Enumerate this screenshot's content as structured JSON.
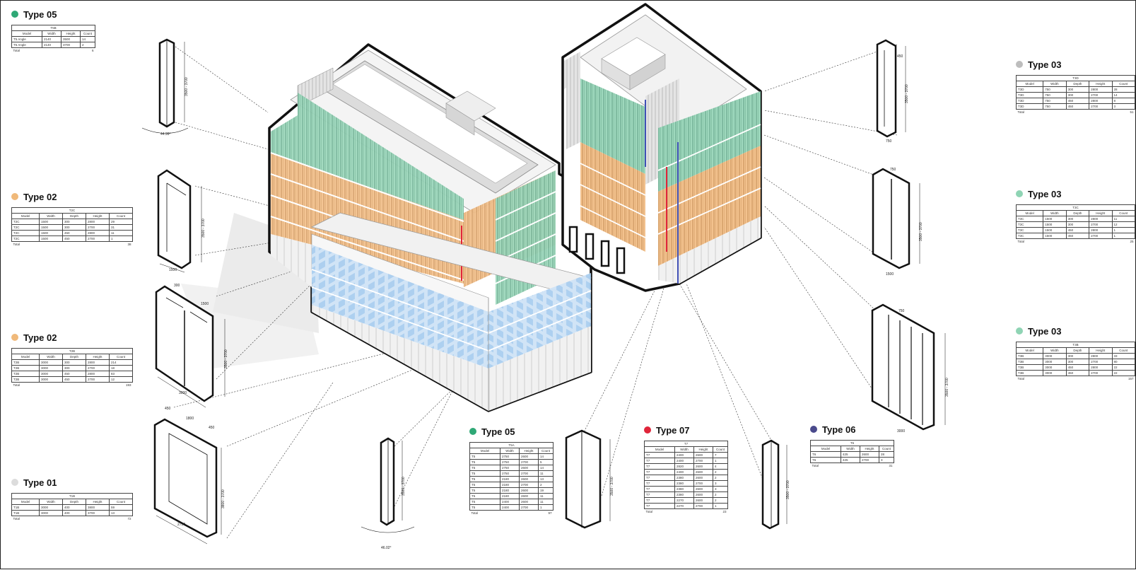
{
  "colors": {
    "green": "#7dc9a6",
    "orange": "#f0b97a",
    "grey": "#cfcfcf",
    "red": "#e0253a",
    "navy": "#4a4a8c",
    "glass_green": "#9ed8bd",
    "glass_orange": "#f3c28e",
    "glass_blue": "#b9d7f1",
    "outline": "#111111"
  },
  "schedules": [
    {
      "id": "tl-05",
      "title": "Type 05",
      "dot": "#2fa876",
      "caption": "T5B",
      "columns": [
        "Model",
        "Width",
        "Height",
        "Count"
      ],
      "rows": [
        [
          "T5 Angle",
          "2140",
          "3500",
          "14"
        ],
        [
          "T5 Angle",
          "2140",
          "3700",
          "2"
        ]
      ],
      "total": [
        "Total",
        "",
        "",
        "6"
      ]
    },
    {
      "id": "ml-02a",
      "title": "Type 02",
      "dot": "#f0b97a",
      "caption": "T2C",
      "columns": [
        "Model",
        "Width",
        "Depth",
        "Height",
        "Count"
      ],
      "rows": [
        [
          "T2C",
          "1500",
          "300",
          "2800",
          "29"
        ],
        [
          "T2C",
          "1500",
          "300",
          "2700",
          "31"
        ],
        [
          "T2C",
          "1500",
          "450",
          "2800",
          "11"
        ],
        [
          "T2C",
          "1500",
          "450",
          "2700",
          "1"
        ]
      ],
      "total": [
        "Total",
        "",
        "",
        "",
        "38"
      ]
    },
    {
      "id": "ml-02b",
      "title": "Type 02",
      "dot": "#f0b97a",
      "caption": "T2B",
      "columns": [
        "Model",
        "Width",
        "Depth",
        "Height",
        "Count"
      ],
      "rows": [
        [
          "T2B",
          "3000",
          "300",
          "2800",
          "214"
        ],
        [
          "T2B",
          "3000",
          "300",
          "2700",
          "18"
        ],
        [
          "T2B",
          "3000",
          "450",
          "2800",
          "83"
        ],
        [
          "T2B",
          "3000",
          "450",
          "2700",
          "12"
        ]
      ],
      "total": [
        "Total",
        "",
        "",
        "",
        "193"
      ]
    },
    {
      "id": "bl-01",
      "title": "Type 01",
      "dot": "#dcdcdc",
      "caption": "T1B",
      "columns": [
        "Model",
        "Width",
        "Depth",
        "Height",
        "Count"
      ],
      "rows": [
        [
          "T1B",
          "3000",
          "400",
          "3800",
          "59"
        ],
        [
          "T1B",
          "3000",
          "400",
          "3700",
          "13"
        ]
      ],
      "total": [
        "Total",
        "",
        "",
        "",
        "72"
      ]
    },
    {
      "id": "bc-05",
      "title": "Type 05",
      "dot": "#2fa876",
      "caption": "T5A",
      "columns": [
        "Model",
        "Width",
        "Height",
        "Count"
      ],
      "rows": [
        [
          "T5",
          "2750",
          "2600",
          "14"
        ],
        [
          "T5",
          "2750",
          "2700",
          "5"
        ],
        [
          "T5",
          "2750",
          "2600",
          "14"
        ],
        [
          "T5",
          "2750",
          "2700",
          "11"
        ],
        [
          "T5",
          "2180",
          "2600",
          "13"
        ],
        [
          "T5",
          "2180",
          "2700",
          "2"
        ],
        [
          "T5",
          "2180",
          "2600",
          "19"
        ],
        [
          "T5",
          "2180",
          "2600",
          "11"
        ],
        [
          "T5",
          "2400",
          "2600",
          "11"
        ],
        [
          "T5",
          "2400",
          "2700",
          "1"
        ]
      ],
      "total": [
        "Total",
        "",
        "",
        "97"
      ]
    },
    {
      "id": "bc-07",
      "title": "Type 07",
      "dot": "#e0253a",
      "caption": "T7",
      "columns": [
        "Model",
        "Width",
        "Height",
        "Count"
      ],
      "rows": [
        [
          "T7",
          "2400",
          "2600",
          "7"
        ],
        [
          "T7",
          "2400",
          "2700",
          "1"
        ],
        [
          "T7",
          "2820",
          "2600",
          "4"
        ],
        [
          "T7",
          "2400",
          "2600",
          "2"
        ],
        [
          "T7",
          "2380",
          "2600",
          "2"
        ],
        [
          "T7",
          "2380",
          "2700",
          "3"
        ],
        [
          "T7",
          "2380",
          "2600",
          "3"
        ],
        [
          "T7",
          "2380",
          "2600",
          "2"
        ],
        [
          "T7",
          "2270",
          "2600",
          "2"
        ],
        [
          "T7",
          "2270",
          "2700",
          "1"
        ]
      ],
      "total": [
        "Total",
        "",
        "",
        "23"
      ]
    },
    {
      "id": "bc-06",
      "title": "Type 06",
      "dot": "#4a4a8c",
      "caption": "T6",
      "columns": [
        "Model",
        "Width",
        "Height",
        "Count"
      ],
      "rows": [
        [
          "T6",
          "425",
          "2600",
          "28"
        ],
        [
          "T6",
          "425",
          "2700",
          "3"
        ]
      ],
      "total": [
        "Total",
        "",
        "",
        "31"
      ]
    },
    {
      "id": "tr-03",
      "title": "Type 03",
      "dot": "#bdbdbd",
      "caption": "T3D",
      "columns": [
        "Model",
        "Width",
        "Depth",
        "Height",
        "Count"
      ],
      "rows": [
        [
          "T3D",
          "750",
          "300",
          "2800",
          "28"
        ],
        [
          "T3D",
          "750",
          "300",
          "2700",
          "14"
        ],
        [
          "T3D",
          "750",
          "450",
          "2800",
          "8"
        ],
        [
          "T3D",
          "750",
          "450",
          "2700",
          "3"
        ]
      ],
      "total": [
        "Total",
        "",
        "",
        "",
        "51"
      ]
    },
    {
      "id": "mr-03",
      "title": "Type 03",
      "dot": "#8fd4b4",
      "caption": "T3C",
      "columns": [
        "Model",
        "Width",
        "Depth",
        "Height",
        "Count"
      ],
      "rows": [
        [
          "T3C",
          "1500",
          "300",
          "2800",
          "11"
        ],
        [
          "T3C",
          "1500",
          "300",
          "2700",
          "12"
        ],
        [
          "T3C",
          "1500",
          "450",
          "2800",
          "1"
        ],
        [
          "T3C",
          "1500",
          "450",
          "2700",
          "1"
        ]
      ],
      "total": [
        "Total",
        "",
        "",
        "",
        "25"
      ]
    },
    {
      "id": "br-03",
      "title": "Type 03",
      "dot": "#8fd4b4",
      "caption": "T3B",
      "columns": [
        "Model",
        "Width",
        "Depth",
        "Height",
        "Count"
      ],
      "rows": [
        [
          "T3B",
          "3000",
          "300",
          "2800",
          "33"
        ],
        [
          "T3B",
          "3000",
          "300",
          "2700",
          "80"
        ],
        [
          "T3B",
          "3000",
          "450",
          "2800",
          "22"
        ],
        [
          "T3B",
          "3000",
          "450",
          "2700",
          "22"
        ]
      ],
      "total": [
        "Total",
        "",
        "",
        "",
        "157"
      ]
    }
  ],
  "dimensions": {
    "tl_height": "3500 - 3700",
    "tl_angle": "44.99°",
    "ml1_height": "3500 - 3700",
    "ml1_width": "1500",
    "ml2_height": "3500 - 3700",
    "ml2_width": "3000",
    "ml2_depth": "300",
    "ml2_depth2": "1500",
    "bl_height": "3800 - 3700",
    "bl_width": "2750",
    "bl_top": "1800",
    "bl_top2": "450",
    "bl_top3": "450",
    "bc5_height": "3500 - 3700",
    "bc5_angle": "46.02°",
    "bc7_height": "3500 - 3700",
    "bc6_height": "3500 - 3700",
    "tr_height": "3500 - 3700",
    "tr_width": "750",
    "tr_top": "450",
    "mr_height": "3500 - 3700",
    "mr_width": "1500",
    "mr_top": "750",
    "br_height": "3500 - 3700",
    "br_width": "3000",
    "br_top": "750"
  }
}
